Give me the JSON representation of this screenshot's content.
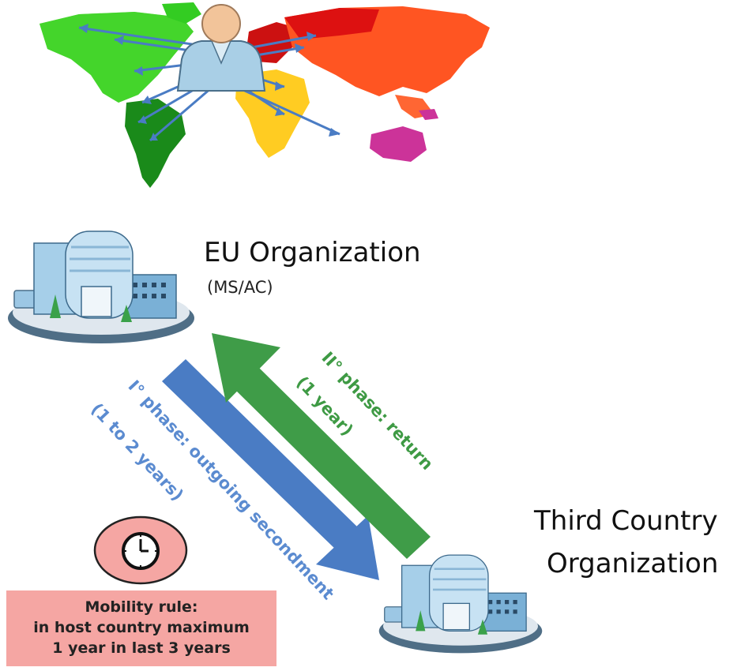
{
  "eu_org": {
    "title": "EU Organization",
    "subtitle": "(MS/AC)"
  },
  "third_org": {
    "title_line1": "Third Country",
    "title_line2": "Organization"
  },
  "phase1": {
    "line1": "I° phase: outgoing secondment",
    "line2": "(1 to 2 years)",
    "color": "#4a7cc4"
  },
  "phase2": {
    "line1": "II° phase: return",
    "line2": "(1 year)",
    "color": "#3f9c48"
  },
  "mobility_rule": {
    "line1": "Mobility rule:",
    "line2": "in host country maximum",
    "line3": "1 year in last 3 years",
    "bg_color": "#f5a6a3"
  },
  "icons": [
    "world-map-icon",
    "person-icon",
    "building-icon",
    "clock-icon"
  ]
}
